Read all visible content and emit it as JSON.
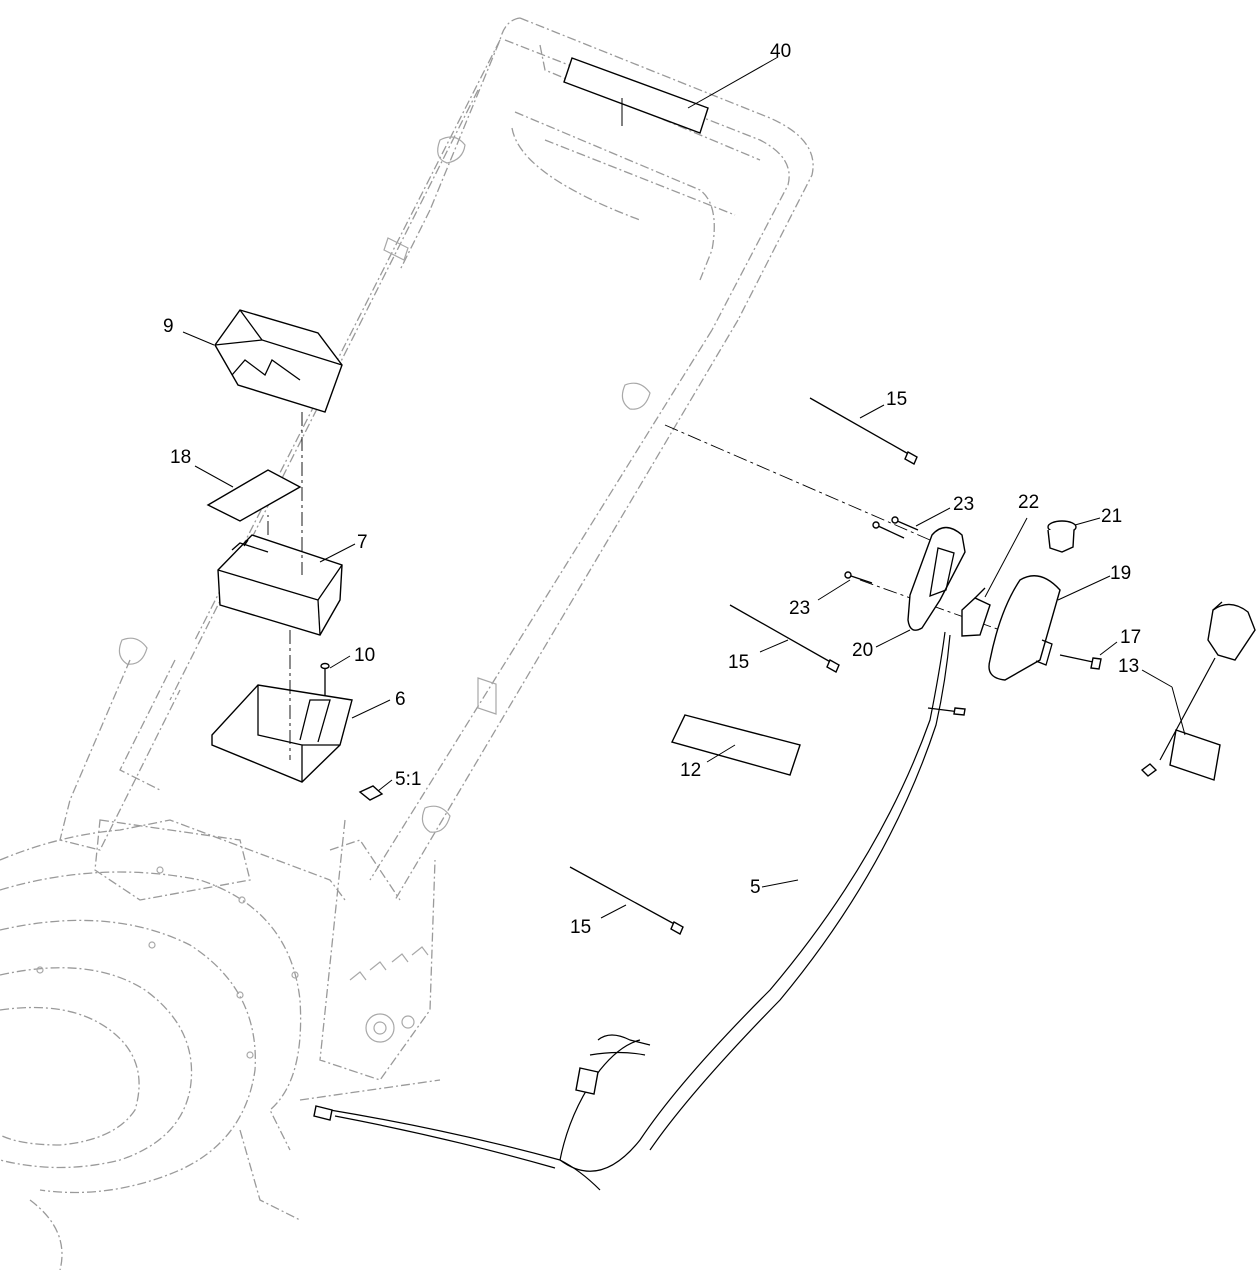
{
  "callouts": {
    "c40": "40",
    "c9": "9",
    "c18": "18",
    "c7": "7",
    "c10": "10",
    "c6": "6",
    "c5_1": "5:1",
    "c15a": "15",
    "c15b": "15",
    "c15c": "15",
    "c23a": "23",
    "c23b": "23",
    "c22": "22",
    "c21": "21",
    "c19": "19",
    "c20": "20",
    "c17": "17",
    "c13": "13",
    "c12": "12",
    "c5": "5"
  }
}
